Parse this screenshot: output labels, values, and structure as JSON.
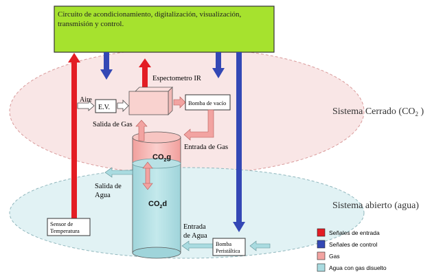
{
  "colors": {
    "control_box": "#a6e22e",
    "closed_ellipse": "#f9e6e6",
    "open_ellipse": "#e1f2f4",
    "input_signal": "#e31d24",
    "control_signal": "#3448b5",
    "gas": "#f2a3a1",
    "water": "#a9dbe0"
  },
  "control_box": {
    "line1": "Circuito de acondicionamiento, digitalización, visualización,",
    "line2": "transmisión y control."
  },
  "labels": {
    "espectrometro": "Espectometro IR",
    "aire": "Aire",
    "ev": "E.V.",
    "bomba_vacio": "Bomba de vacío",
    "salida_gas": "Salida de Gas",
    "entrada_gas": "Entrada de Gas",
    "co2g_main": "CO",
    "co2g_sub": "2",
    "co2g_tail": "g",
    "co2d_main": "CO",
    "co2d_sub": "2",
    "co2d_tail": "d",
    "salida_agua_1": "Salida de",
    "salida_agua_2": "Agua",
    "entrada_agua_1": "Entrada",
    "entrada_agua_2": "de Agua",
    "sensor_1": "Sensor de",
    "sensor_2": "Temperatura",
    "bomba_peri_1": "Bomba",
    "bomba_peri_2": "Peristáltica",
    "sistema_cerrado": "Sistema Cerrado (CO",
    "sistema_cerrado_sub": "2",
    "sistema_cerrado_end": " )",
    "sistema_abierto": "Sistema abierto (agua)"
  },
  "legend": [
    {
      "label": "Señales de entrada",
      "color_key": "input_signal"
    },
    {
      "label": "Señales de control",
      "color_key": "control_signal"
    },
    {
      "label": "Gas",
      "color_key": "gas"
    },
    {
      "label": "Agua con gas disuelto",
      "color_key": "water"
    }
  ]
}
